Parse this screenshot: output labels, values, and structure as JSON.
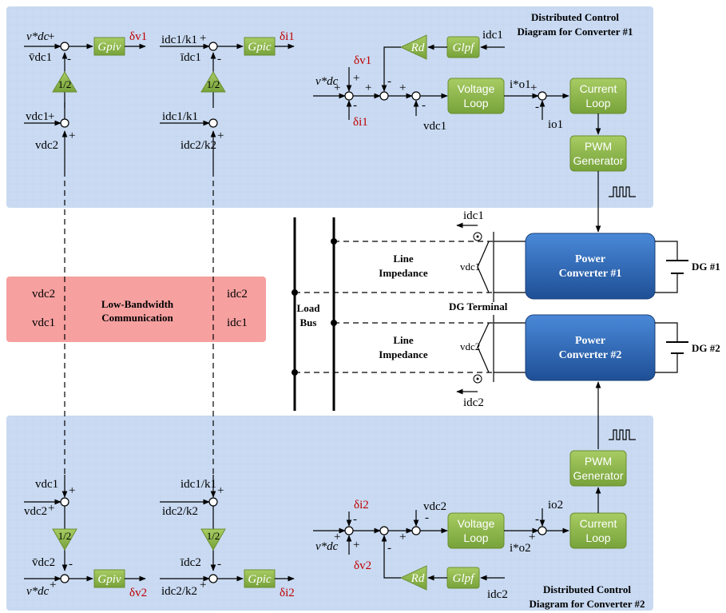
{
  "top_panel": {
    "title_line1": "Distributed Control",
    "title_line2": "Diagram for Converter #1",
    "v_ref": "v*dc",
    "v_avg_bar": "v̄dc1",
    "v_dc1": "vdc1",
    "v_dc2": "vdc2",
    "gain": "1/2",
    "G_piv": "Gpiv",
    "delta_v": "δv1",
    "i_ratio1": "idc1/k1",
    "i_avg_bar": "īdc1",
    "i_ratio2": "idc2/k2",
    "G_pic": "Gpic",
    "delta_i": "δi1",
    "G_lpf": "Glpf",
    "R_d": "Rd",
    "i_dc1": "idc1",
    "voltage_loop": [
      "Voltage",
      "Loop"
    ],
    "current_loop": [
      "Current",
      "Loop"
    ],
    "pwm": [
      "PWM",
      "Generator"
    ],
    "i_o_ref": "i*o1",
    "i_o": "io1",
    "loop_vdc": "vdc1"
  },
  "bottom_panel": {
    "title_line1": "Distributed Control",
    "title_line2": "Diagram for Converter #2",
    "v_ref": "v*dc",
    "v_avg_bar": "v̄dc2",
    "v_dc1": "vdc1",
    "v_dc2": "vdc2",
    "gain": "1/2",
    "G_piv": "Gpiv",
    "delta_v": "δv2",
    "i_ratio1": "idc1/k1",
    "i_avg_bar": "īdc2",
    "i_ratio2": "idc2/k2",
    "G_pic": "Gpic",
    "delta_i": "δi2",
    "G_lpf": "Glpf",
    "R_d": "Rd",
    "i_dc2": "idc2",
    "voltage_loop": [
      "Voltage",
      "Loop"
    ],
    "current_loop": [
      "Current",
      "Loop"
    ],
    "pwm": [
      "PWM",
      "Generator"
    ],
    "i_o_ref": "i*o2",
    "i_o": "io2",
    "loop_vdc": "vdc2"
  },
  "comm": {
    "title_line1": "Low-Bandwidth",
    "title_line2": "Communication",
    "left_top": "vdc2",
    "left_bottom": "vdc1",
    "right_top": "idc2",
    "right_bottom": "idc1"
  },
  "power": {
    "converter1": [
      "Power",
      "Converter #1"
    ],
    "converter2": [
      "Power",
      "Converter #2"
    ],
    "dg1": "DG #1",
    "dg2": "DG #2",
    "dg_terminal": "DG Terminal",
    "line_imp1": [
      "Line",
      "Impedance"
    ],
    "line_imp2": [
      "Line",
      "Impedance"
    ],
    "load_bus": [
      "Load",
      "Bus"
    ],
    "v_dc1": "vdc1",
    "v_dc2": "vdc2",
    "i_dc1": "idc1",
    "i_dc2": "idc2"
  },
  "colors": {
    "panel_blue": "#c9daf2",
    "comm_red": "#f6a0a0",
    "block_green": "#8fb849",
    "converter_blue": "#2e6bb8",
    "delta_red": "#c00000"
  }
}
